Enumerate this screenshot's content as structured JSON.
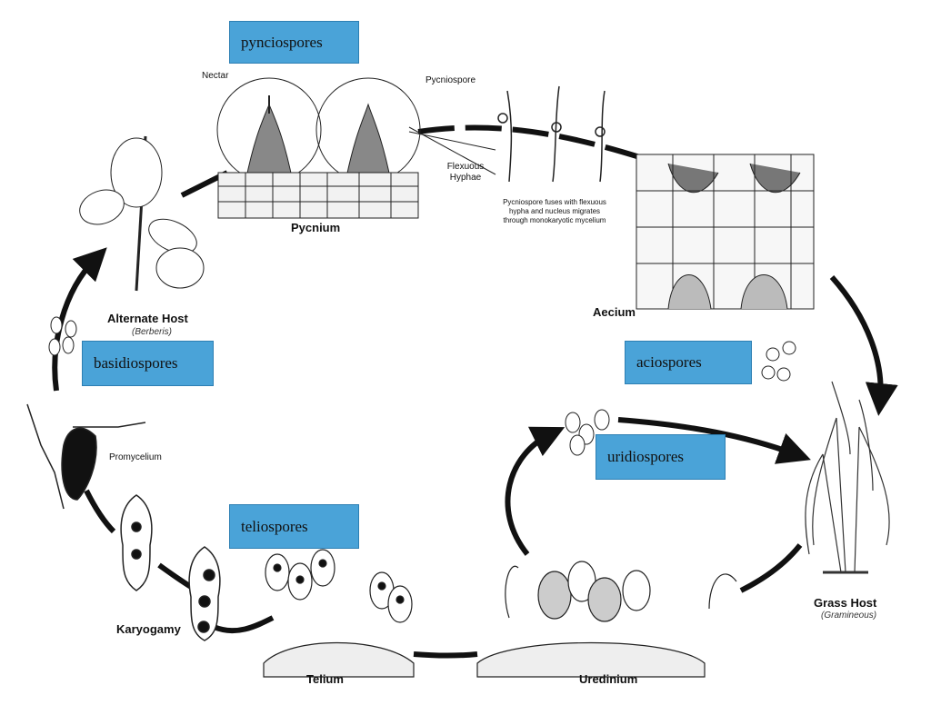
{
  "colors": {
    "label_box": "#4aa3d8",
    "line": "#111111"
  },
  "boxes": {
    "pynciospores": "pynciospores",
    "basidiospores": "basidiospores",
    "aciospores": "aciospores",
    "uridiospores": "uridiospores",
    "teliospores": "teliospores"
  },
  "labels": {
    "nectar": "Nectar",
    "pycniospore": "Pycniospore",
    "flexuous": "Flexuous",
    "hyphae": "Hyphae",
    "fuse_note_1": "Pycniospore fuses with flexuous",
    "fuse_note_2": "hypha and nucleus migrates",
    "fuse_note_3": "through monokaryotic mycelium",
    "pycnium": "Pycnium",
    "alternate_host": "Alternate Host",
    "berberis": "(Berberis)",
    "aecium": "Aecium",
    "grass_host": "Grass Host",
    "gramineous": "(Gramineous)",
    "promycelium": "Promycelium",
    "karyogamy": "Karyogamy",
    "telium": "Telium",
    "uredinium": "Uredinium"
  }
}
